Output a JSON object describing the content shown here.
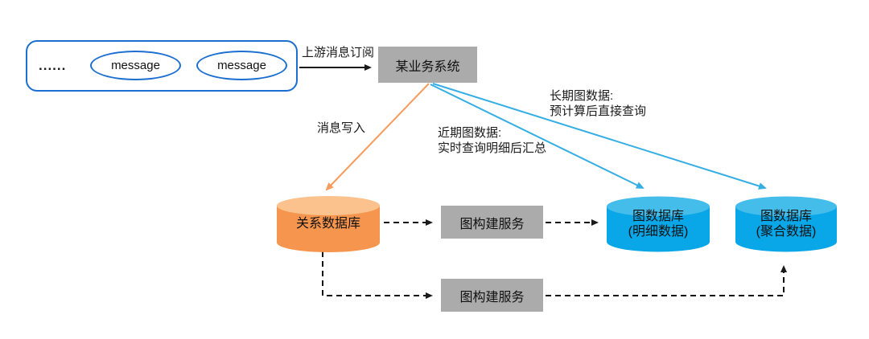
{
  "colors": {
    "queue_border_blue": "#1b6fd0",
    "node_gray": "#ababab",
    "orange_cylinder_body": "#f6954e",
    "orange_cylinder_top": "#fbc28e",
    "orange_arrow": "#f89b5c",
    "blue_cylinder_body": "#09a6e8",
    "blue_cylinder_top": "#45bdeb",
    "blue_arrow": "#35aee4",
    "line_black": "#1a1a1a"
  },
  "queue": {
    "dots": "......",
    "messages": [
      "message",
      "message"
    ]
  },
  "edges": {
    "upstream_label": "上游消息订阅",
    "message_write_label": "消息写入",
    "recent_graph": {
      "line1": "近期图数据:",
      "line2": "实时查询明细后汇总"
    },
    "longterm_graph": {
      "line1": "长期图数据:",
      "line2": "预计算后直接查询"
    }
  },
  "nodes": {
    "business_system": {
      "label": "某业务系统"
    },
    "relational_db": {
      "label": "关系数据库"
    },
    "graph_build_service_top": {
      "label": "图构建服务"
    },
    "graph_build_service_bottom": {
      "label": "图构建服务"
    },
    "graph_db_detail": {
      "line1": "图数据库",
      "line2": "(明细数据)"
    },
    "graph_db_agg": {
      "line1": "图数据库",
      "line2": "(聚合数据)"
    }
  }
}
